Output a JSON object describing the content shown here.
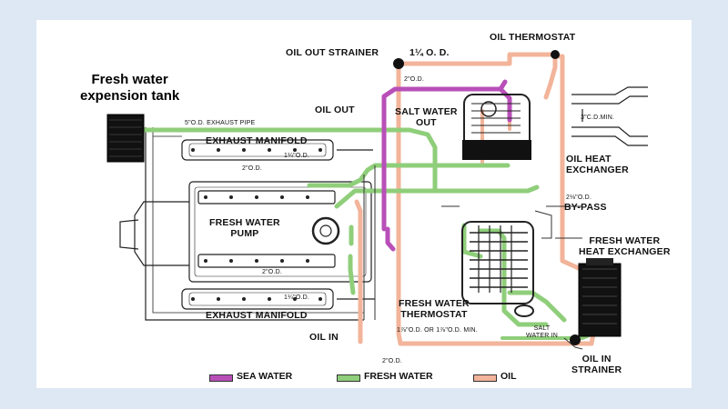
{
  "caption": {
    "line1": "Fresh water",
    "line2": "expension tank"
  },
  "labels": {
    "oil_thermostat": "OIL THERMOSTAT",
    "oil_out_strainer": "OIL OUT STRAINER",
    "od_main": "1¼ O. D.",
    "oil_out": "OIL OUT",
    "salt_water_out_1": "SALT WATER",
    "salt_water_out_2": "OUT",
    "exhaust_pipe": "5\"O.D. EXHAUST PIPE",
    "exhaust_manifold_top": "EXHAUST MANIFOLD",
    "oil_heat_exchanger_1": "OIL HEAT",
    "oil_heat_exchanger_2": "EXCHANGER",
    "by_pass": "BY-PASS",
    "fresh_water_pump_1": "FRESH WATER",
    "fresh_water_pump_2": "PUMP",
    "fresh_water_heat_exchanger_1": "FRESH WATER",
    "fresh_water_heat_exchanger_2": "HEAT EXCHANGER",
    "fresh_water_thermostat_1": "FRESH WATER",
    "fresh_water_thermostat_2": "THERMOSTAT",
    "exhaust_manifold_bottom": "EXHAUST MANIFOLD",
    "oil_in": "OIL IN",
    "oil_in_strainer_1": "OIL IN",
    "oil_in_strainer_2": "STRAINER",
    "salt_water_in_1": "SALT",
    "salt_water_in_2": "WATER IN",
    "od_2_a": "2\"O.D.",
    "od_2_b": "2\"O.D.",
    "od_2_c": "2\"O.D.",
    "od_2_d": "2\"O.D.",
    "od_3_min": "3\"C.D.MIN.",
    "od_1_5_min": "1⅞\"O.D. OR 1⅞\"O.D. MIN.",
    "od_1_a": "1¼\"O.D.",
    "od_1_b": "1¼\"O.D.",
    "od_2_e": "2⅛\"O.D."
  },
  "legend": [
    {
      "label": "SEA WATER",
      "color": "#b84fb8"
    },
    {
      "label": "FRESH WATER",
      "color": "#8fce7a"
    },
    {
      "label": "OIL",
      "color": "#f2b49a"
    }
  ],
  "colors": {
    "sea_water": "#b84fb8",
    "fresh_water": "#8fce7a",
    "oil": "#f2b49a",
    "line_art": "#222222"
  }
}
